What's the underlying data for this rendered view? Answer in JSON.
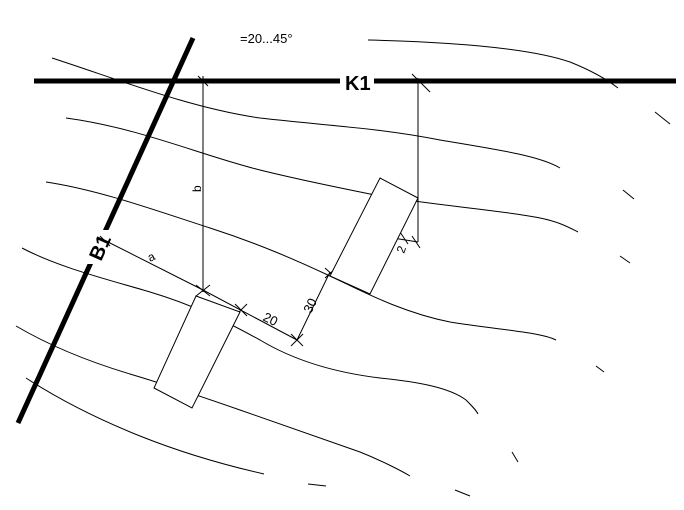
{
  "annotation": {
    "angle_range": "=20...45°"
  },
  "lines": {
    "horizontal_label": "K1",
    "diagonal_label": "B1"
  },
  "dimensions": {
    "a": "a",
    "b": "b",
    "spacing": "20",
    "width": "30",
    "offset": "2"
  },
  "colors": {
    "stroke": "#000000",
    "background": "#ffffff"
  }
}
